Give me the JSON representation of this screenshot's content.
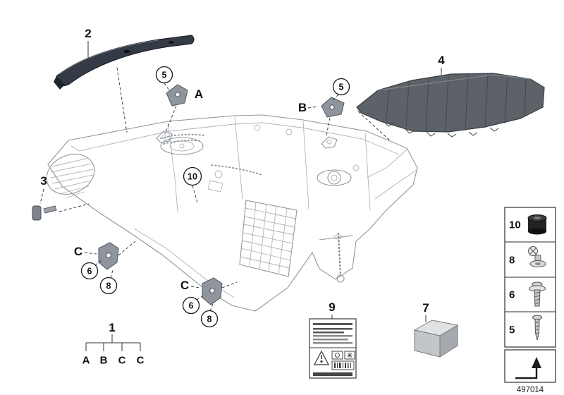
{
  "callouts": {
    "n1": "1",
    "n2": "2",
    "n3": "3",
    "n4": "4",
    "n5": "5",
    "n6": "6",
    "n7": "7",
    "n8": "8",
    "n9": "9",
    "n10": "10",
    "letter_a": "A",
    "letter_b": "B",
    "letter_c": "C"
  },
  "group1": {
    "label": "1",
    "letters": [
      "A",
      "B",
      "C",
      "C"
    ]
  },
  "legend": {
    "rows": [
      {
        "number": "10",
        "icon": "grommet-sleeve-icon"
      },
      {
        "number": "8",
        "icon": "adjuster-nut-icon"
      },
      {
        "number": "6",
        "icon": "screw-washer-icon"
      },
      {
        "number": "5",
        "icon": "tapping-screw-icon"
      }
    ],
    "footer_icon": "installation-direction-arrow-icon"
  },
  "footer": {
    "drawing_number": "497014"
  },
  "colors": {
    "trim_strip": "#343b46",
    "bracket": "#5d6268",
    "outline": "#8f969d",
    "callout_text": "#111111"
  }
}
